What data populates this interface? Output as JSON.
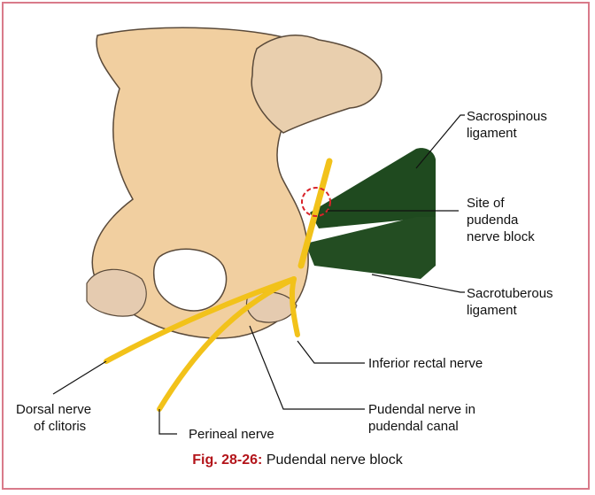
{
  "labels": {
    "sacrospinous": [
      "Sacrospinous",
      "ligament"
    ],
    "site": [
      "Site of",
      "pudenda",
      "nerve block"
    ],
    "sacrotuberous": [
      "Sacrotuberous",
      "ligament"
    ],
    "inferior_rectal": "Inferior rectal nerve",
    "pudendal": [
      "Pudendal nerve in",
      "pudendal canal"
    ],
    "dorsal": [
      "Dorsal nerve",
      "of clitoris"
    ],
    "perineal": "Perineal nerve"
  },
  "caption": {
    "figure_number": "Fig. 28-26:",
    "title": "Pudendal nerve block"
  },
  "colors": {
    "bone": "#f1cfa0",
    "bone_outline": "#5a4a3a",
    "ligament": "#1f4a1f",
    "nerve": "#f2c21a",
    "site_circle": "#d8232a",
    "frame": "#d97a8a"
  }
}
